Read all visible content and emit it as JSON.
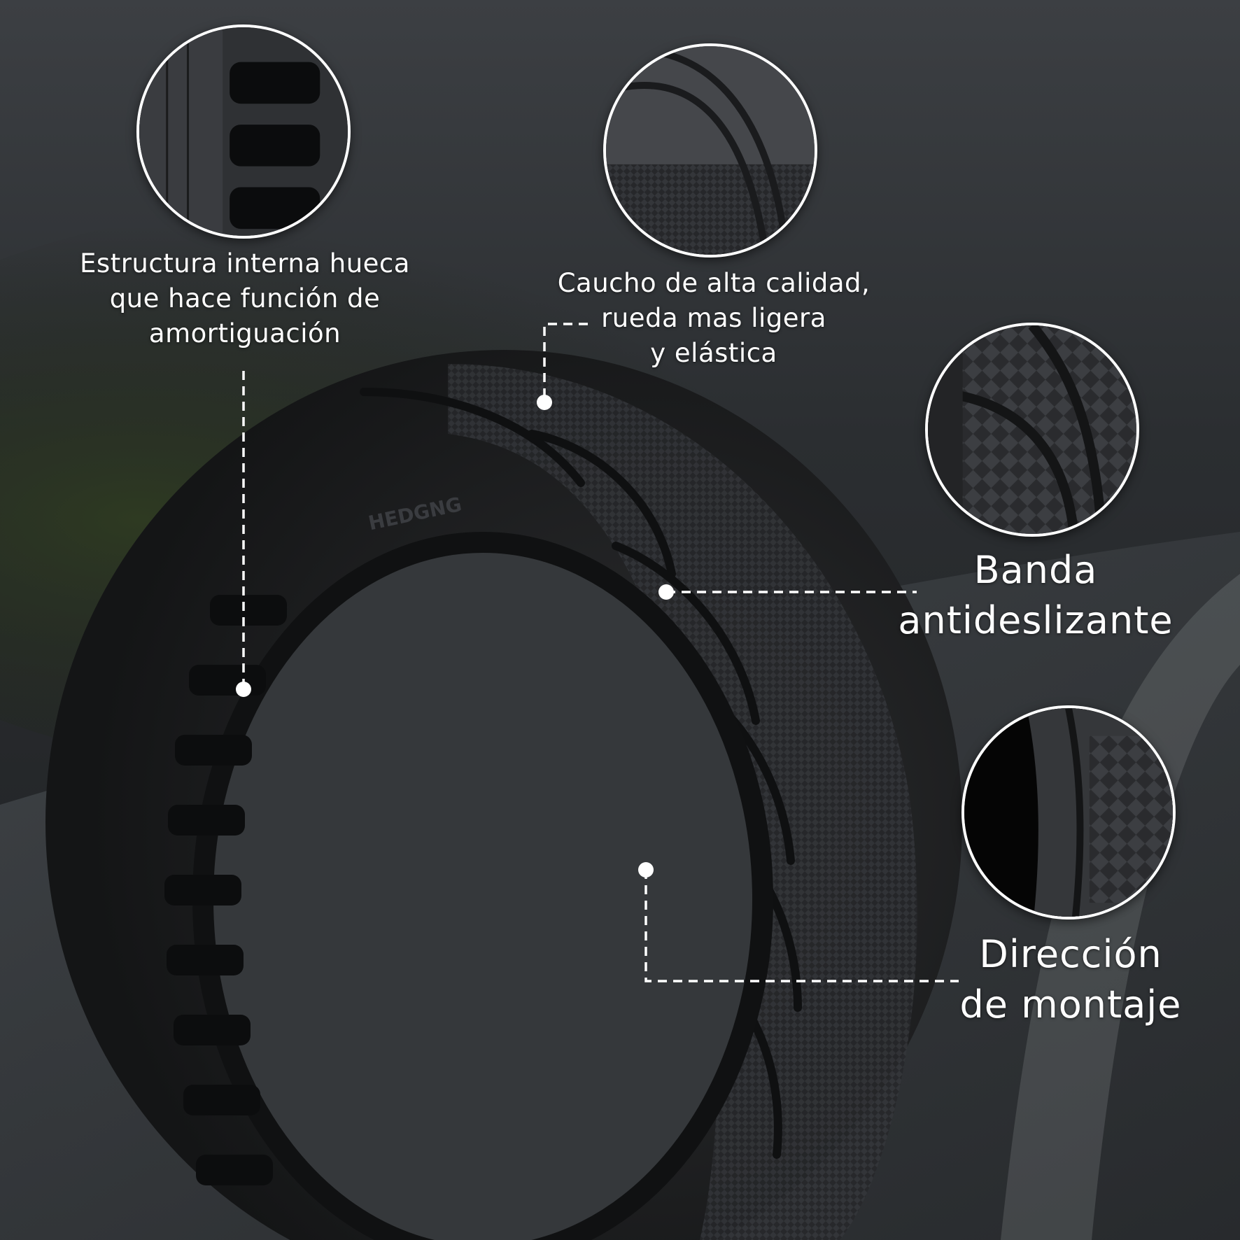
{
  "callouts": {
    "hollow_structure": [
      "Estructura interna hueca",
      "que hace función de",
      "amortiguación"
    ],
    "rubber_quality": [
      "Caucho de alta calidad,",
      "rueda mas ligera",
      "y elástica"
    ],
    "antislip_band": [
      "Banda",
      "antideslizante"
    ],
    "mounting_direction": [
      "Dirección",
      "de montaje"
    ]
  },
  "tire_brand": "HEDGNG",
  "colors": {
    "accent": "#ffffff",
    "tire": "#1e1f21",
    "background": "#3a3d40"
  }
}
